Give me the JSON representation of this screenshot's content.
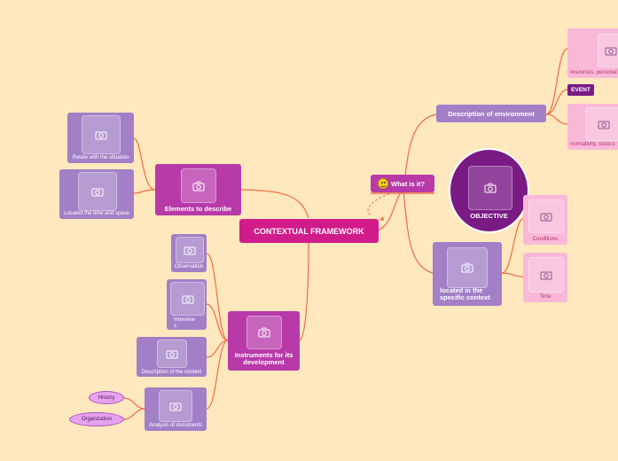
{
  "central": {
    "label": "CONTEXTUAL FRAMEWORK"
  },
  "what_is_it": {
    "label": "What is it?",
    "icon": "smiley-icon"
  },
  "objective": {
    "label": "OBJECTIVE"
  },
  "description_env": {
    "label": "Description of environment"
  },
  "event": {
    "label": "EVENT"
  },
  "resources": {
    "label": "resources, personal"
  },
  "normativity": {
    "label": "normativity, socio-c"
  },
  "located_context": {
    "label": "located in the specific context"
  },
  "conditions": {
    "label": "Conditions"
  },
  "time": {
    "label": "Time"
  },
  "elements": {
    "label": "Elements to describe"
  },
  "relate": {
    "label": "Relate with the situation"
  },
  "located_time": {
    "label": "Located the time and space"
  },
  "instruments": {
    "label": "Instruments for its development"
  },
  "observation": {
    "label": "Observation"
  },
  "interviews": {
    "label": "Interview s"
  },
  "desc_context": {
    "label": "Description of the context"
  },
  "analysis": {
    "label": "Analysis of documents"
  },
  "history": {
    "label": "History"
  },
  "organization": {
    "label": "Organization"
  },
  "colors": {
    "background": "#ffe8bd",
    "branch": "#ef6b4a",
    "central": "#d11b8a",
    "purple": "#a27fc7",
    "magenta": "#b83aa9",
    "pink": "#f9b8d8"
  }
}
